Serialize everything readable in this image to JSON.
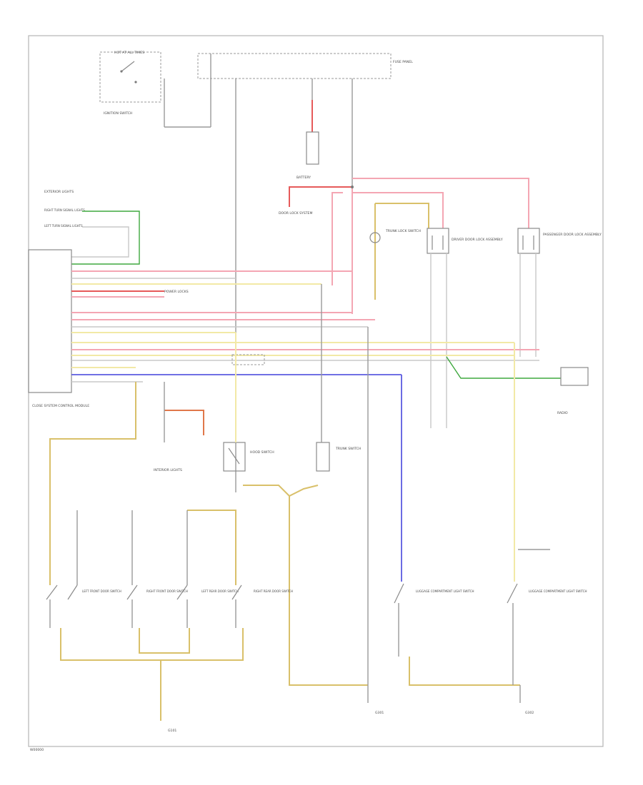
{
  "labels": {
    "hot_at_all_times": "HOT AT ALL TIMES",
    "fuse_panel": "FUSE PANEL",
    "ignition_switch": "IGNITION SWITCH",
    "battery": "BATTERY",
    "exterior_lights": "EXTERIOR LIGHTS",
    "right_turn_signal": "RIGHT TURN SIGNAL LIGHTS",
    "left_turn_signal": "LEFT TURN SIGNAL LIGHTS",
    "theft_module": "CLOSE SYSTEM CONTROL MODULE",
    "door_locks": "DOOR LOCK SYSTEM",
    "power_locks": "POWER LOCKS",
    "driver_door_lock_assy": "DRIVER DOOR LOCK ASSEMBLY",
    "pass_door_lock_assy": "PASSENGER DOOR LOCK ASSEMBLY",
    "trunk_lock": "TRUNK LOCK SWITCH",
    "hood_switch": "HOOD SWITCH",
    "trunk_switch": "TRUNK SWITCH",
    "lf_door": "LEFT FRONT DOOR SWITCH",
    "rf_door": "RIGHT FRONT DOOR SWITCH",
    "lr_door": "LEFT REAR DOOR SWITCH",
    "rr_door": "RIGHT REAR DOOR SWITCH",
    "luggage_left": "LUGGAGE COMPARTMENT LIGHT SWITCH",
    "luggage_right": "LUGGAGE COMPARTMENT LIGHT SWITCH",
    "radio": "RADIO",
    "interior_lights": "INTERIOR LIGHTS",
    "ground_left": "G101",
    "ground_mid": "G301",
    "ground_right": "G302",
    "footer": "W00000"
  }
}
